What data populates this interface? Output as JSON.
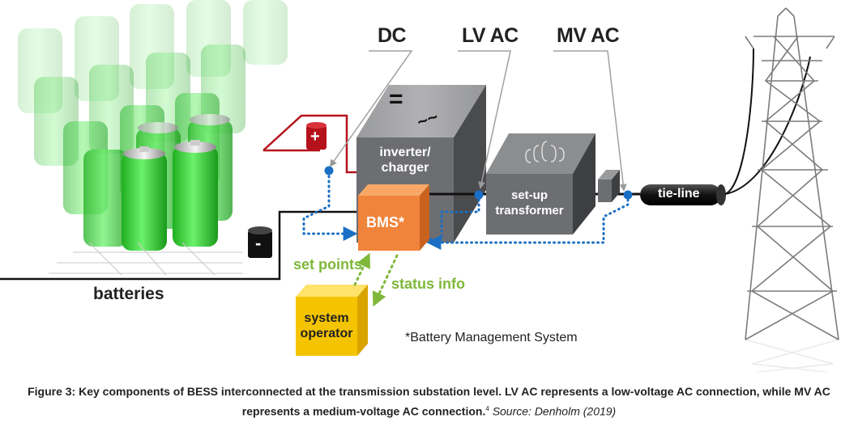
{
  "diagram": {
    "labels": {
      "dc": "DC",
      "lv_ac": "LV AC",
      "mv_ac": "MV AC",
      "batteries": "batteries",
      "plus_sign": "+",
      "minus_sign": "-",
      "inverter_symbol_dc": "=",
      "inverter_symbol_ac": "~~",
      "inverter_line1": "inverter/",
      "inverter_line2": "charger",
      "transformer_line1": "set-up",
      "transformer_line2": "transformer",
      "tie_line": "tie-line",
      "bms": "BMS*",
      "set_points": "set points",
      "status_info": "status info",
      "operator_line1": "system",
      "operator_line2": "operator",
      "footnote": "*Battery Management System"
    },
    "colors": {
      "battery_green": "#3fd23f",
      "bms_orange": "#f0843a",
      "operator_yellow": "#f5c400",
      "flow_blue": "#1a6fc4",
      "control_green": "#7fb83a",
      "equipment_gray": "#58595b",
      "positive_red": "#b5121b"
    }
  },
  "caption": {
    "text": "Figure 3: Key components of BESS interconnected at the transmission substation level. LV AC represents a low-voltage AC connection, while MV AC represents a medium-voltage AC connection.",
    "superscript": "4",
    "source": "Source: Denholm (2019)"
  }
}
